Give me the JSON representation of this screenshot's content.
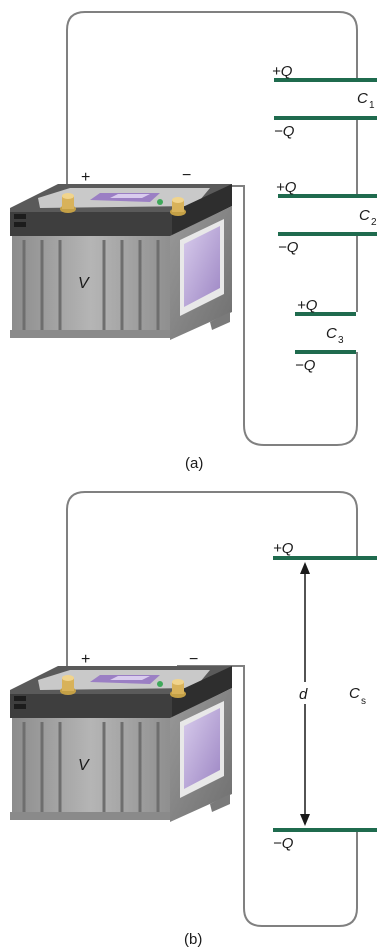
{
  "panel_a": {
    "caption": "(a)",
    "battery_label": "V",
    "terminal_plus": "+",
    "terminal_minus": "−",
    "capacitors": [
      {
        "top": "+Q",
        "bottom": "−Q",
        "name": "C",
        "sub": "1"
      },
      {
        "top": "+Q",
        "bottom": "−Q",
        "name": "C",
        "sub": "2"
      },
      {
        "top": "+Q",
        "bottom": "−Q",
        "name": "C",
        "sub": "3"
      }
    ]
  },
  "panel_b": {
    "caption": "(b)",
    "battery_label": "V",
    "terminal_plus": "+",
    "terminal_minus": "−",
    "plate_top": "+Q",
    "plate_bottom": "−Q",
    "distance_label": "d",
    "cap_name": "C",
    "cap_sub": "s"
  },
  "colors": {
    "plate": "#1f6b4e",
    "wire": "#808080",
    "battery_body": "#a7a7a7",
    "battery_top": "#4a4a4a",
    "battery_panel": "#b9a6d6"
  }
}
